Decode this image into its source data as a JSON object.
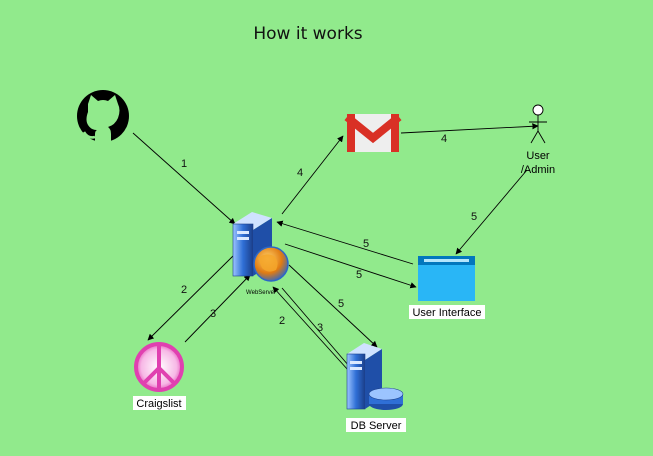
{
  "title": "How it works",
  "nodes": {
    "github": {
      "label": ""
    },
    "webserver": {
      "label": "WebServer"
    },
    "gmail": {
      "label": ""
    },
    "user": {
      "label_line1": "User",
      "label_line2": "/Admin"
    },
    "user_interface": {
      "label": "User Interface"
    },
    "craigslist": {
      "label": "Craigslist"
    },
    "db_server": {
      "label": "DB Server"
    }
  },
  "edges": [
    {
      "from": "github",
      "to": "webserver",
      "label": "1"
    },
    {
      "from": "webserver",
      "to": "gmail",
      "label": "4"
    },
    {
      "from": "gmail",
      "to": "user",
      "label": "4"
    },
    {
      "from": "user",
      "to": "user_interface",
      "label": "5"
    },
    {
      "from": "user_interface",
      "to": "webserver",
      "label": "5"
    },
    {
      "from": "webserver",
      "to": "user_interface",
      "label": "5"
    },
    {
      "from": "webserver",
      "to": "craigslist",
      "label": "2"
    },
    {
      "from": "craigslist",
      "to": "webserver",
      "label": "3"
    },
    {
      "from": "webserver",
      "to": "db_server",
      "label": "5"
    },
    {
      "from": "db_server",
      "to": "webserver",
      "label": "3"
    },
    {
      "from": "webserver",
      "to": "db_server",
      "label": "2"
    }
  ],
  "colors": {
    "background": "#91ea8c",
    "server_blue": "#3c78d8",
    "ui_window": "#29b6f6",
    "gmail_red": "#d93025",
    "peace_pink": "#e040b0"
  }
}
